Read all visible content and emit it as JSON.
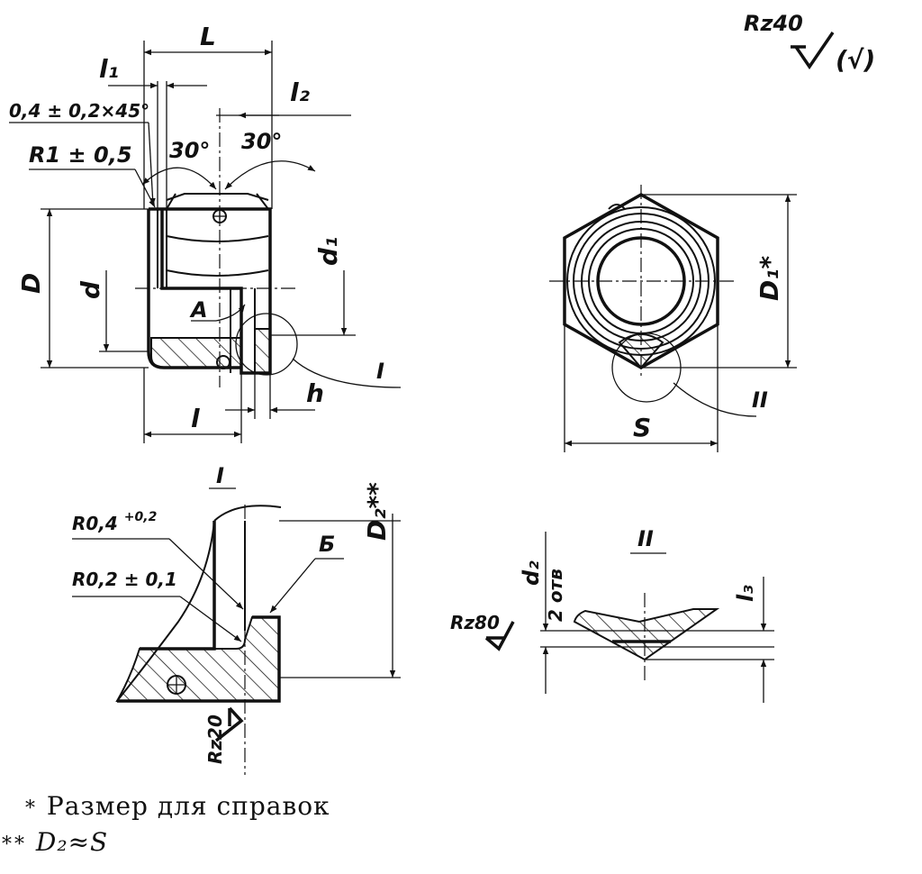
{
  "roughness": {
    "general": "Rz40",
    "general_parenthesized_mark": "(√)",
    "section_I": "Rz20",
    "section_II": "Rz80"
  },
  "main_view": {
    "L": "L",
    "l1": "l₁",
    "l2": "l₂",
    "chamfer": "0,4 ± 0,2×45°",
    "radius": "R1 ± 0,5",
    "angle_left": "30°",
    "angle_right": "30°",
    "D": "D",
    "d": "d",
    "d1": "d₁",
    "A": "A",
    "detail_callout": "I",
    "h": "h",
    "l": "l"
  },
  "end_view": {
    "D1": "D₁*",
    "S": "S",
    "detail_callout": "II"
  },
  "detail_I": {
    "title": "I",
    "radius_top": "R0,4 ",
    "radius_top_tolerance": "+0,2",
    "radius_bottom": "R0,2 ± 0,1",
    "B": "Б",
    "D2": "D₂**"
  },
  "detail_II": {
    "title": "II",
    "d2": "d₂",
    "holes": "2 отв",
    "l3": "l₃"
  },
  "notes": {
    "note1_mark": "*",
    "note1_text": "Размер для справок",
    "note2_mark": "**",
    "note2_text": "D₂≈S"
  }
}
